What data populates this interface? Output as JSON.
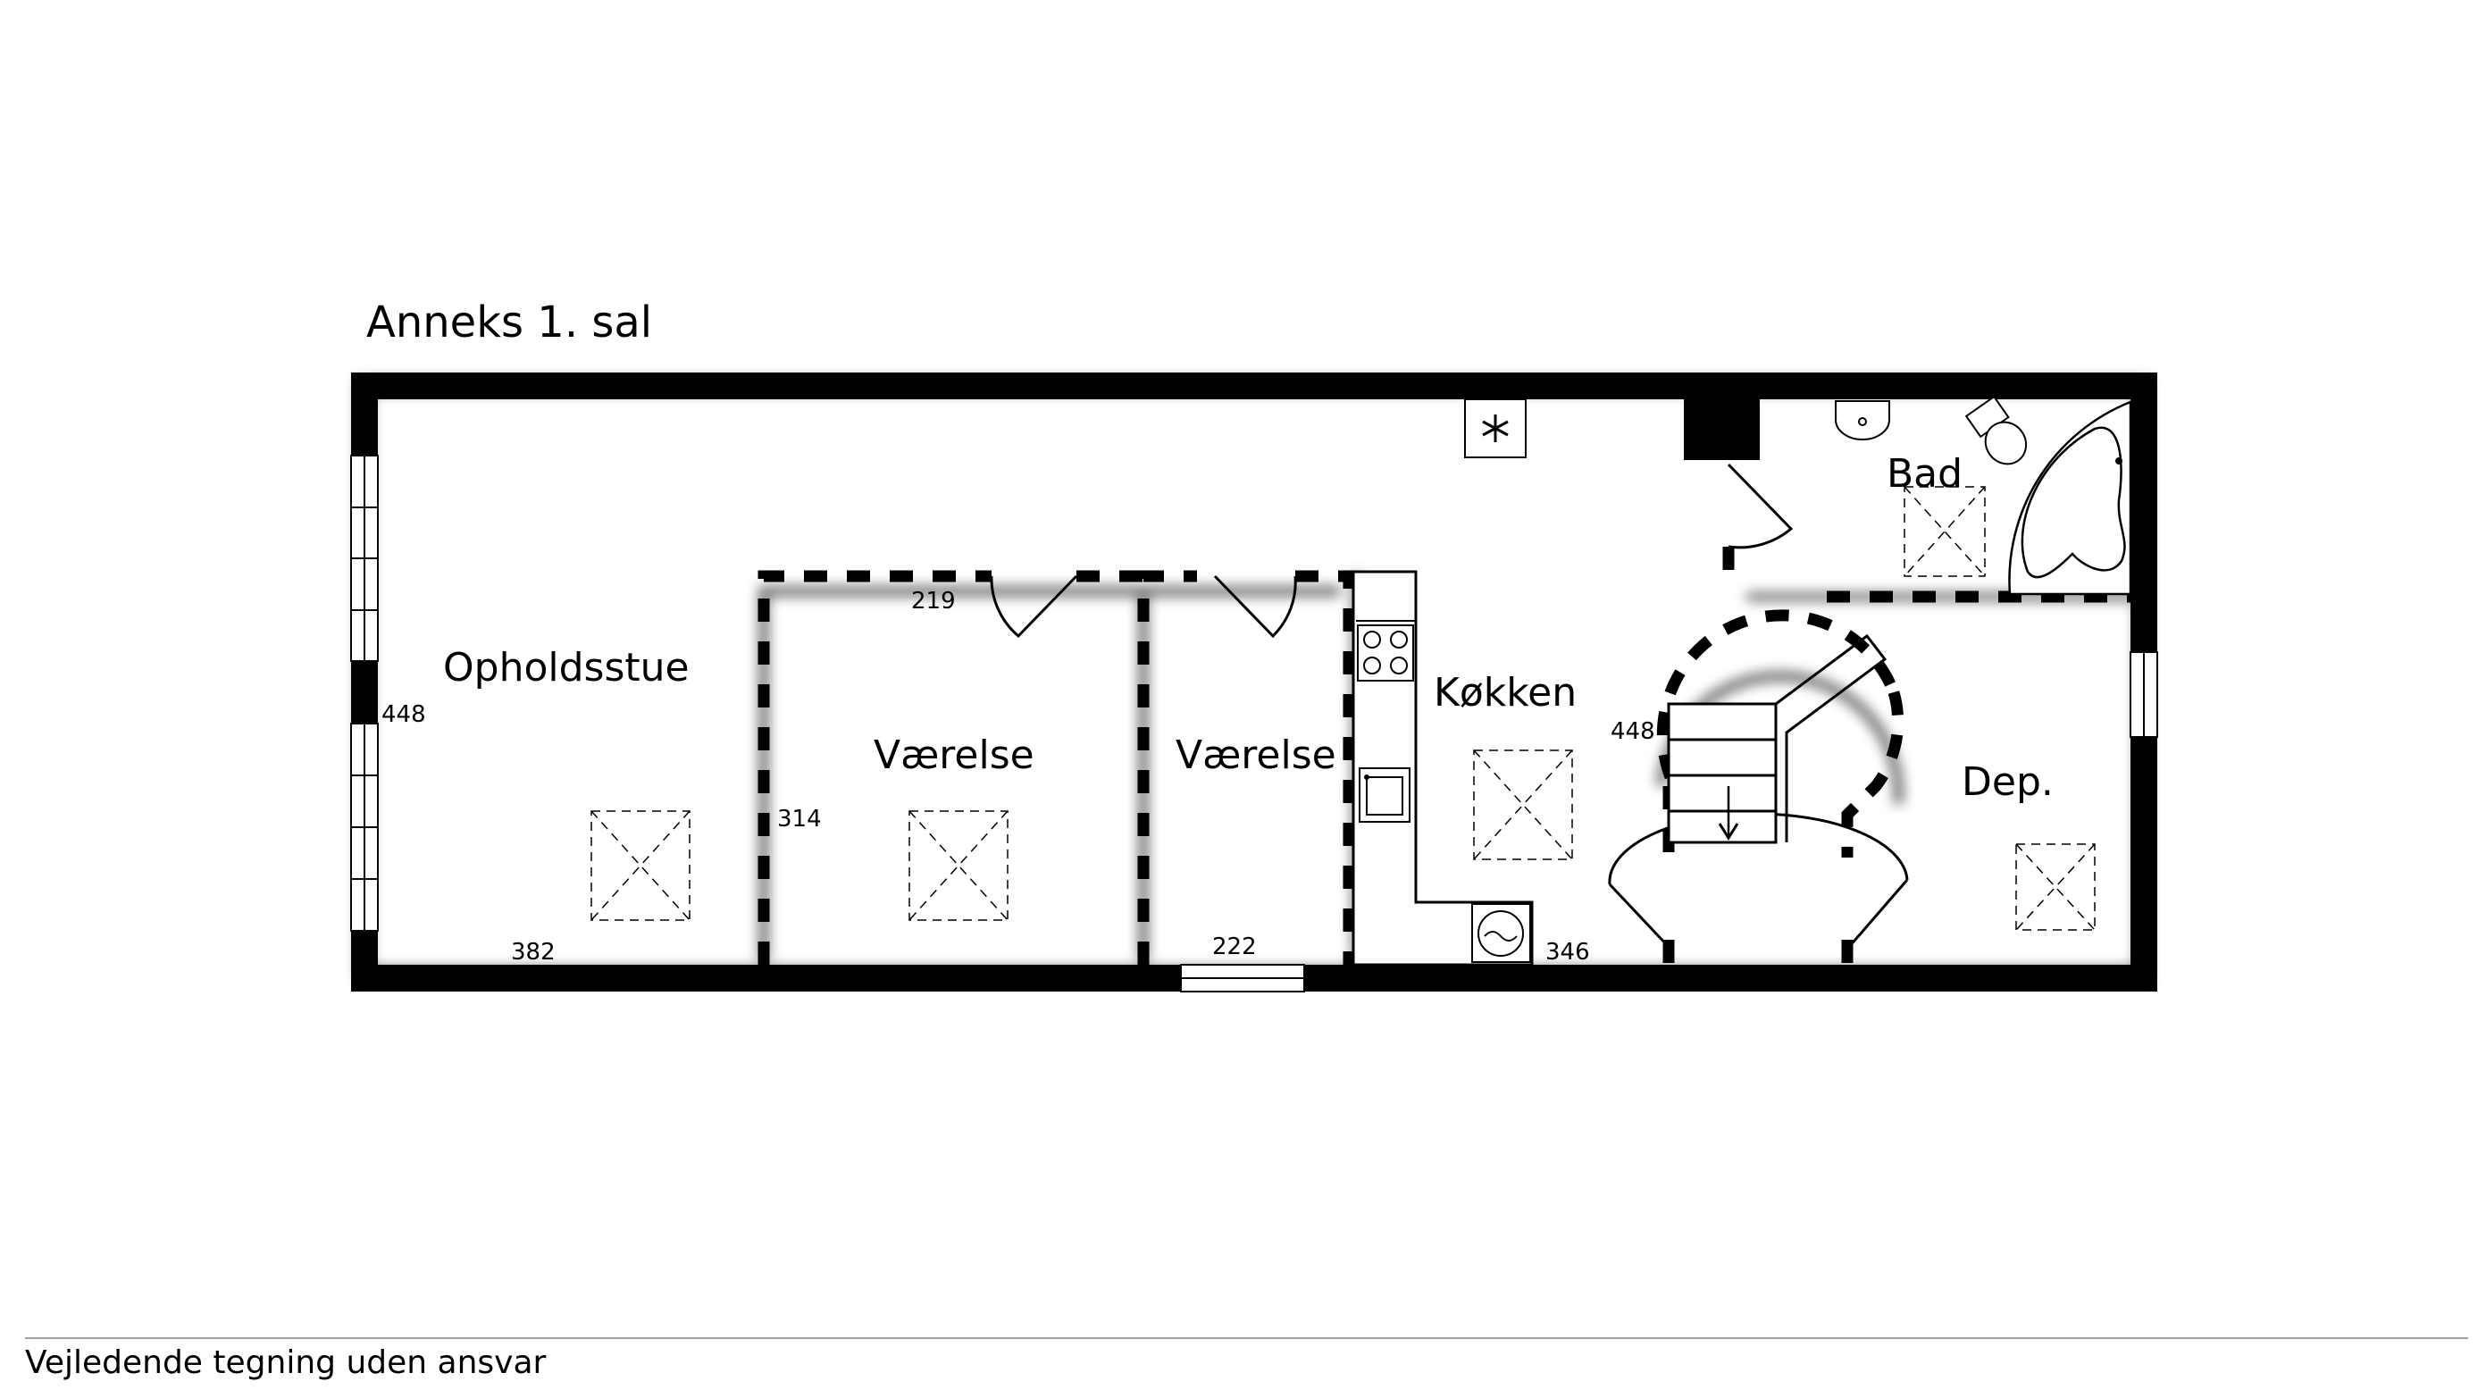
{
  "title": "Anneks  1. sal",
  "rooms": {
    "opholdsstue": "Opholdsstue",
    "vaerelse_1": "Værelse",
    "vaerelse_2": "Værelse",
    "kokken": "Køkken",
    "bad": "Bad",
    "dep": "Dep."
  },
  "dimensions": {
    "d448_left": "448",
    "d382": "382",
    "d219": "219",
    "d314": "314",
    "d222": "222",
    "d448_stair": "448",
    "d346": "346"
  },
  "footer": "Vejledende tegning uden ansvar",
  "colors": {
    "wall": "#000000",
    "background": "#ffffff",
    "footer_line": "#a0a0a0"
  },
  "icons": [
    "snowflake-icon",
    "stove-icon",
    "sink-icon",
    "washing-machine-icon",
    "toilet-icon",
    "washbasin-icon",
    "bathtub-icon",
    "stair-arrow-icon",
    "skylight-icon"
  ]
}
